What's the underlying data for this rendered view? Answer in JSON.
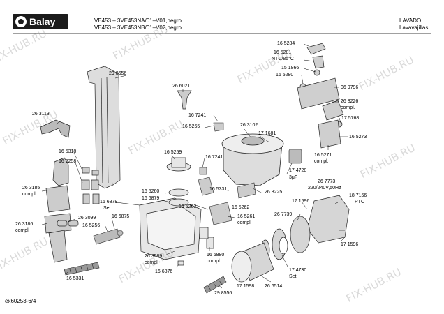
{
  "header": {
    "brand": "Balay",
    "model_line_1": "VE453 – 3VE453NA/01–V01,negro",
    "model_line_2": "VE453 – 3VE453NB/01–V02,negro",
    "category": "LAVADO",
    "subcategory": "Lavavajillas"
  },
  "footer": {
    "code": "ex60253-6/4"
  },
  "watermark": "FIX-HUB.RU",
  "part_labels": [
    "16 5284",
    "16 5281",
    "NTC/85°C",
    "15 1866",
    "16 5280",
    "06 9796",
    "26 8226",
    "compl.",
    "17 5768",
    "16 5273",
    "16 5271",
    "compl.",
    "29 8656",
    "26 6021",
    "16 7241",
    "16 5265",
    "26 3102",
    "17 1681",
    "26 3113",
    "16 5318",
    "16 5258",
    "16 5259",
    "16 7241",
    "26 3185",
    "compl.",
    "16 5260",
    "16 6879",
    "16 6878",
    "Set",
    "16 5331",
    "16 5263",
    "16 5262",
    "16 5261",
    "compl.",
    "17 4728",
    "3μF",
    "26 8225",
    "26 7773",
    "220/240V,50Hz",
    "18 7156",
    "PTC",
    "17 1596",
    "26 7739",
    "26 3186",
    "compl.",
    "26 3099",
    "16 6875",
    "16 5256",
    "26 3589",
    "compl.",
    "16 6880",
    "compl.",
    "16 6876",
    "17 4730",
    "Set",
    "17 1596",
    "16 5331",
    "17 1598",
    "26 6514",
    "29 8556"
  ]
}
